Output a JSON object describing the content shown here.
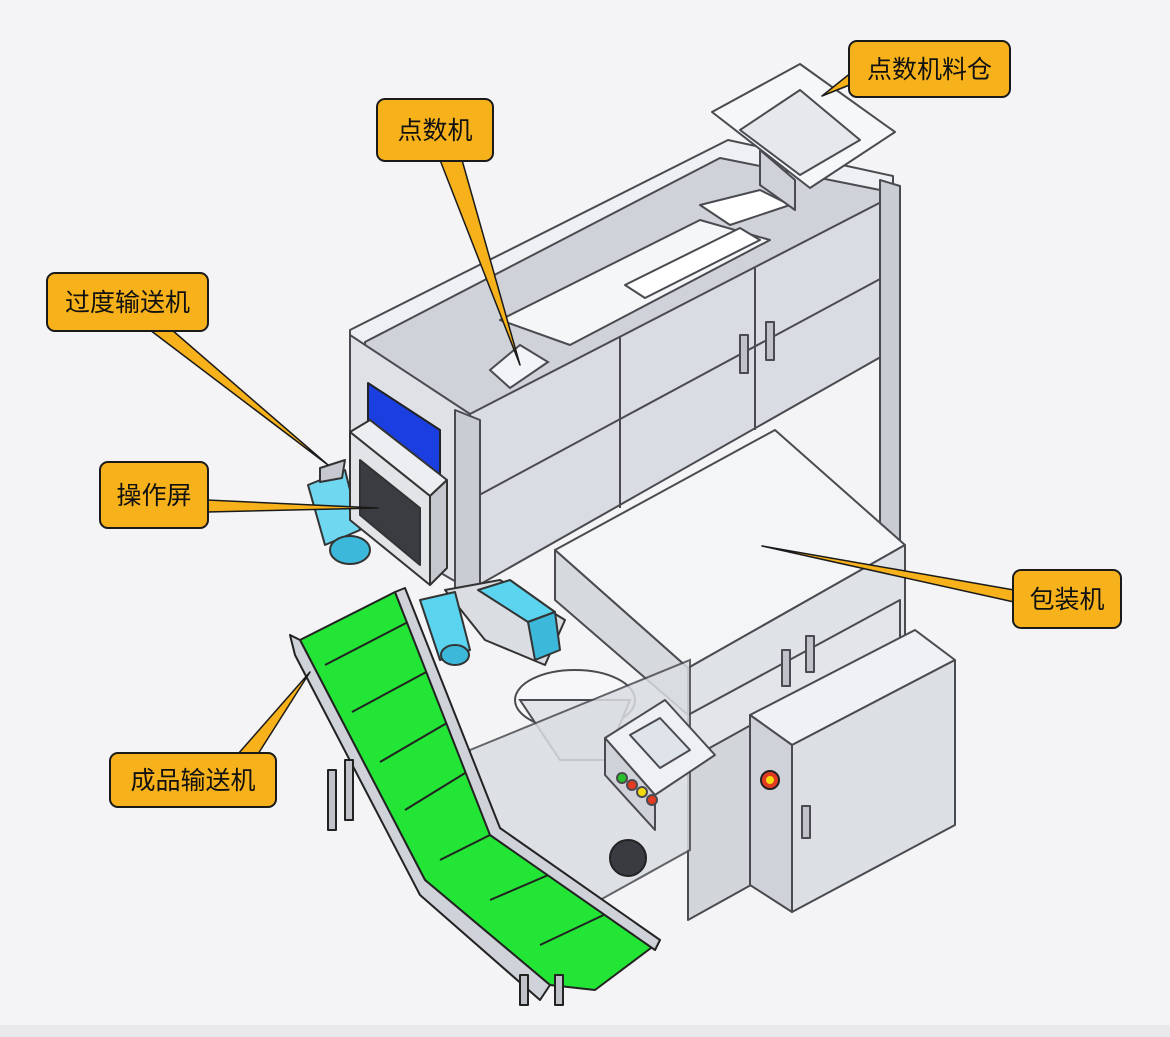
{
  "diagram": {
    "labels": {
      "counter_hopper": "点数机料仓",
      "counter": "点数机",
      "transfer_conveyor": "过度输送机",
      "operation_screen": "操作屏",
      "packaging_machine": "包装机",
      "finished_conveyor": "成品输送机"
    }
  },
  "colors": {
    "callout_fill": "#f7b21b",
    "callout_border": "#1a1a1a",
    "frame_light": "#e7e8ec",
    "frame_dark": "#8d8f96",
    "conveyor_green": "#22e535",
    "cyan_part": "#59d2ee",
    "blue_window": "#1838d8"
  }
}
